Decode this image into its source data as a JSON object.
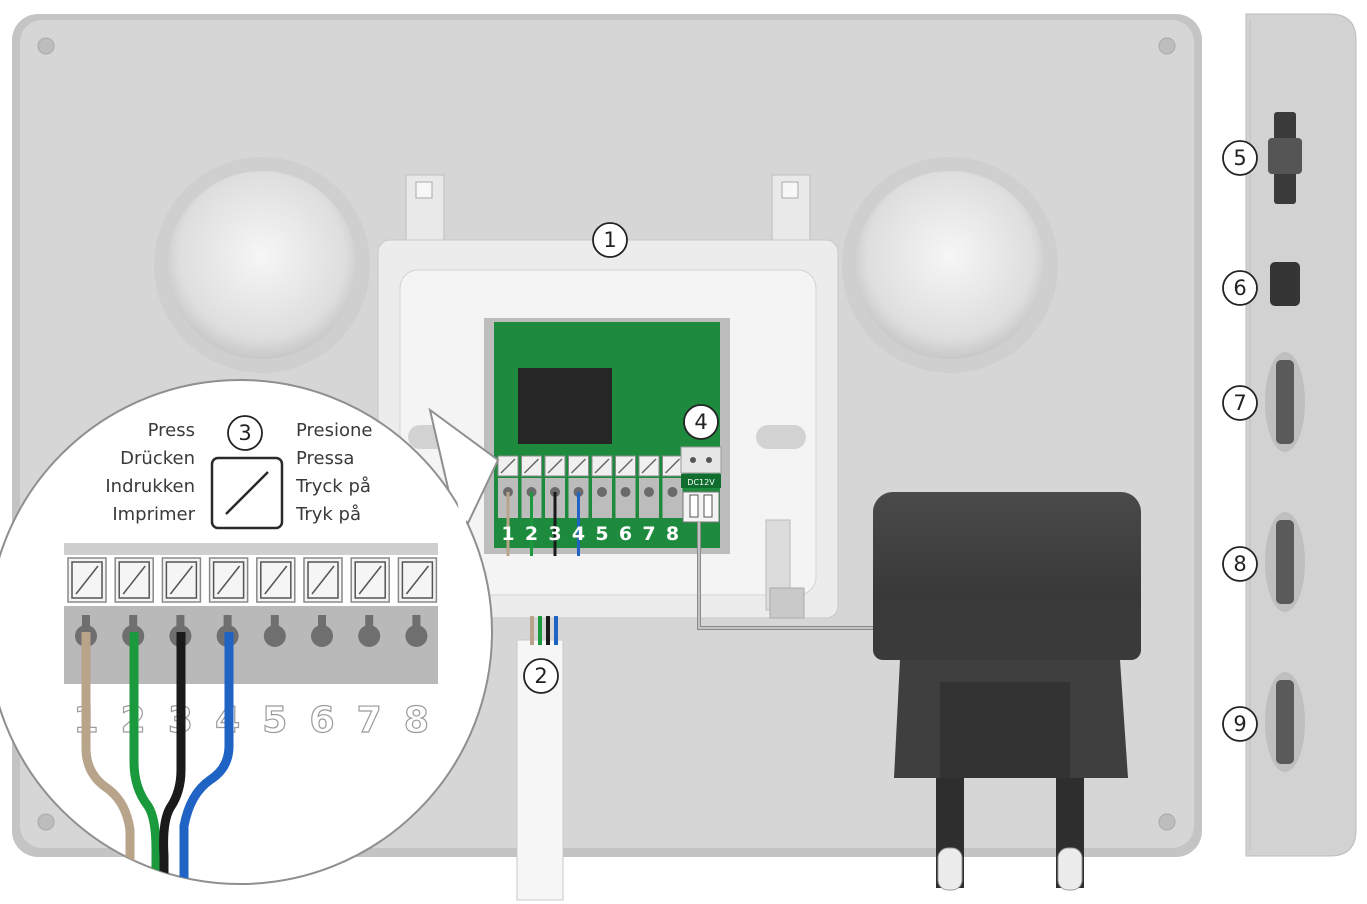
{
  "callouts": [
    "1",
    "2",
    "3",
    "4",
    "5",
    "6",
    "7",
    "8",
    "9"
  ],
  "terminal_numbers": [
    "1",
    "2",
    "3",
    "4",
    "5",
    "6",
    "7",
    "8"
  ],
  "press_labels_left": [
    "Press",
    "Drücken",
    "Indrukken",
    "Imprimer"
  ],
  "press_labels_right": [
    "Presione",
    "Pressa",
    "Tryck på",
    "Tryk på"
  ],
  "dc_label": "DC12V",
  "colors": {
    "housing": "#d3d3d3",
    "pcb": "#1e8a3e",
    "wire_brown": "#b8a48a",
    "wire_green": "#1a9a3c",
    "wire_black": "#1a1a1a",
    "wire_blue": "#1f63c4",
    "adapter": "#3e3e3e"
  }
}
